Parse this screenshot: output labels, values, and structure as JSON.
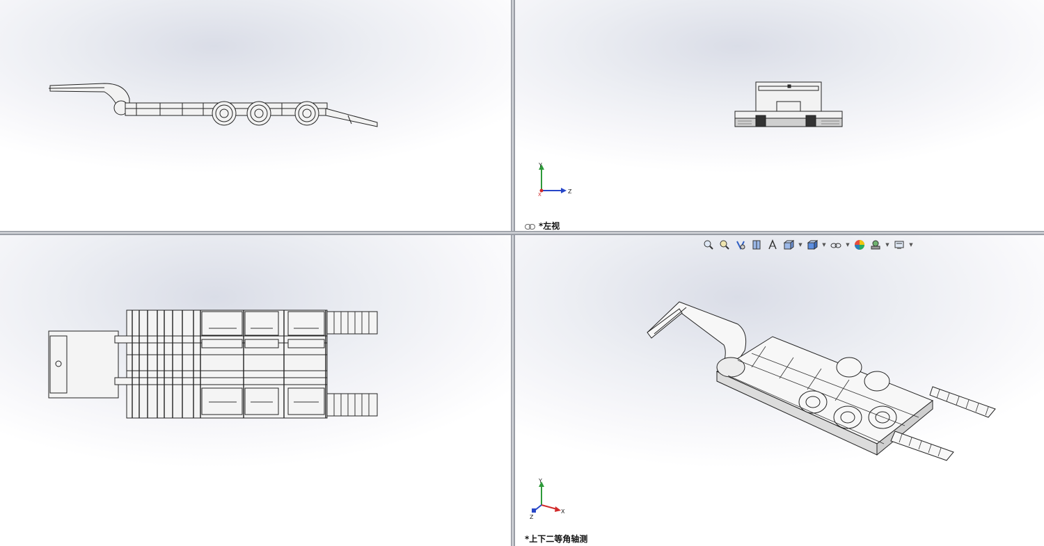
{
  "app": {
    "name": "SolidWorks Four-View Viewport"
  },
  "viewports": {
    "top_left": {
      "label": ""
    },
    "top_right": {
      "label": "*左视",
      "triad_axes": [
        "Y",
        "Z",
        "X"
      ]
    },
    "bottom_left": {
      "label": ""
    },
    "bottom_right": {
      "label": "*上下二等角轴测",
      "triad_axes": [
        "Y",
        "X",
        "Z"
      ]
    }
  },
  "heads_up_toolbar": {
    "tools": [
      {
        "icon": "zoom-to-fit-icon"
      },
      {
        "icon": "zoom-to-area-icon"
      },
      {
        "icon": "previous-view-icon"
      },
      {
        "icon": "section-view-icon"
      },
      {
        "icon": "dynamic-annotation-icon"
      },
      {
        "icon": "view-orientation-icon",
        "dropdown": true
      },
      {
        "icon": "display-style-icon",
        "dropdown": true
      },
      {
        "icon": "hide-show-items-icon",
        "dropdown": true
      },
      {
        "icon": "edit-appearance-icon"
      },
      {
        "icon": "apply-scene-icon",
        "dropdown": true
      },
      {
        "icon": "view-settings-icon",
        "dropdown": true
      }
    ]
  },
  "colors": {
    "axis_x": "#d22b2b",
    "axis_y": "#2e9a3a",
    "axis_z": "#2746c8",
    "split_bar": "#a9adb6"
  }
}
